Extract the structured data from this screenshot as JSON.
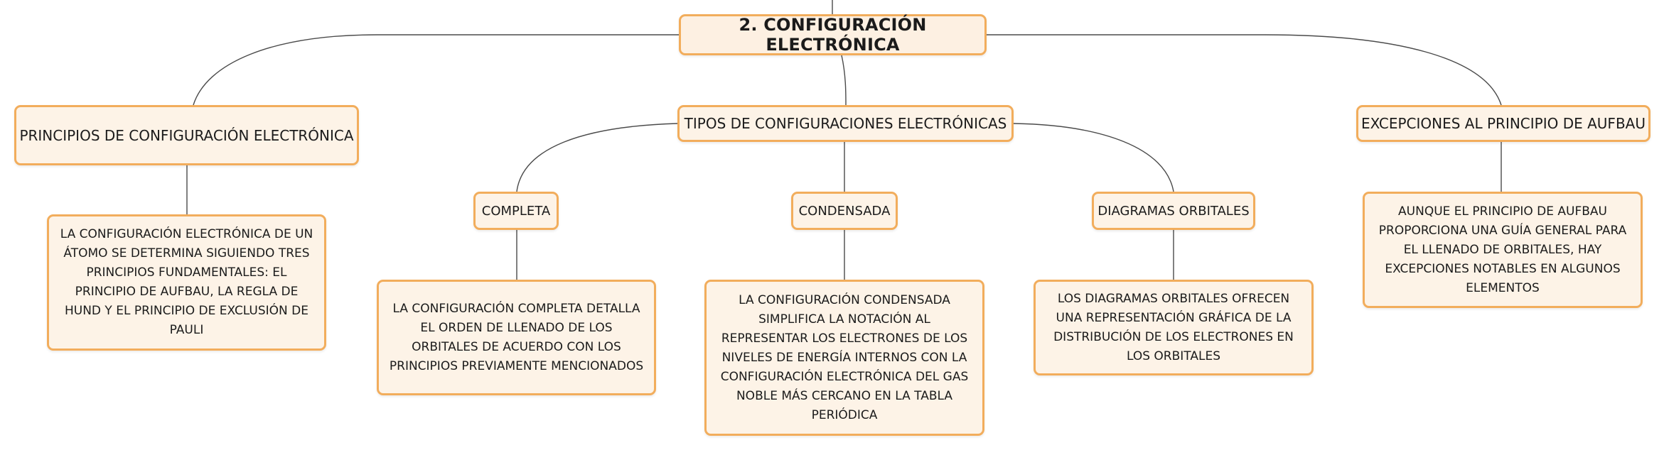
{
  "root": {
    "label": "2. CONFIGURACIÓN ELECTRÓNICA"
  },
  "principios": {
    "label": "PRINCIPIOS DE CONFIGURACIÓN ELECTRÓNICA",
    "description": "LA CONFIGURACIÓN ELECTRÓNICA DE UN ÁTOMO SE DETERMINA SIGUIENDO TRES PRINCIPIOS FUNDAMENTALES: EL PRINCIPIO DE AUFBAU, LA REGLA DE HUND Y EL PRINCIPIO DE EXCLUSIÓN DE PAULI"
  },
  "tipos": {
    "label": "TIPOS DE CONFIGURACIONES ELECTRÓNICAS",
    "completa": {
      "label": "COMPLETA",
      "description": "LA CONFIGURACIÓN COMPLETA DETALLA EL ORDEN DE LLENADO DE LOS ORBITALES DE ACUERDO CON LOS PRINCIPIOS PREVIAMENTE MENCIONADOS"
    },
    "condensada": {
      "label": "CONDENSADA",
      "description": "LA CONFIGURACIÓN CONDENSADA SIMPLIFICA LA NOTACIÓN AL REPRESENTAR LOS ELECTRONES DE LOS NIVELES DE ENERGÍA INTERNOS CON LA CONFIGURACIÓN ELECTRÓNICA DEL GAS NOBLE MÁS CERCANO EN LA TABLA PERIÓDICA"
    },
    "diagramas": {
      "label": "DIAGRAMAS ORBITALES",
      "description": "LOS DIAGRAMAS ORBITALES OFRECEN UNA REPRESENTACIÓN GRÁFICA DE LA DISTRIBUCIÓN DE LOS ELECTRONES EN LOS ORBITALES"
    }
  },
  "excepciones": {
    "label": "EXCEPCIONES AL PRINCIPIO DE AUFBAU",
    "description": "AUNQUE EL PRINCIPIO DE AUFBAU PROPORCIONA UNA GUÍA GENERAL PARA EL LLENADO DE ORBITALES, HAY EXCEPCIONES NOTABLES EN ALGUNOS ELEMENTOS"
  },
  "colors": {
    "node_fill": "#fdf3e7",
    "node_border": "#f2ad5c",
    "edge": "#4a4a4a"
  }
}
